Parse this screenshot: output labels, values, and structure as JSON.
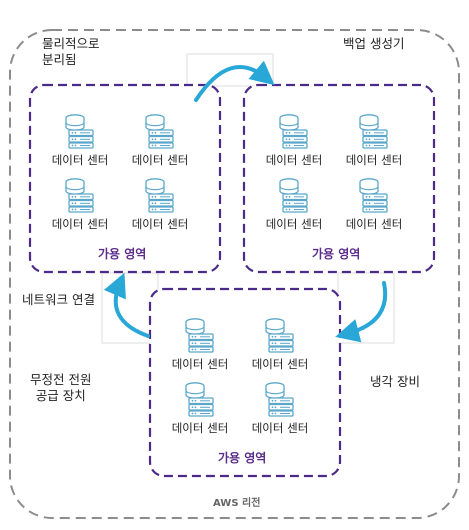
{
  "region_label": "AWS 리전",
  "side_labels": {
    "physically_separated_line1": "물리적으로",
    "physically_separated_line2": "분리됨",
    "backup_generator": "백업 생성기",
    "network_connection": "네트워크 연결",
    "ups_line1": "무정전 전원",
    "ups_line2": "공급 장치",
    "cooling": "냉각 장비"
  },
  "availability_zones": [
    {
      "label": "가용 영역",
      "data_centers": [
        "데이터 센터",
        "데이터 센터",
        "데이터 센터",
        "데이터 센터"
      ]
    },
    {
      "label": "가용 영역",
      "data_centers": [
        "데이터 센터",
        "데이터 센터",
        "데이터 센터",
        "데이터 센터"
      ]
    },
    {
      "label": "가용 영역",
      "data_centers": [
        "데이터 센터",
        "데이터 센터",
        "데이터 센터",
        "데이터 센터"
      ]
    }
  ],
  "icons": {
    "data_center": "server-rack-icon",
    "connection": "curved-arrow-icon"
  },
  "colors": {
    "zone_border": "#4b2a8a",
    "zone_label": "#5b2c8a",
    "arrow": "#29a8d8",
    "region_border": "#8c8c8c",
    "server_icon": "#5aa7c9"
  }
}
